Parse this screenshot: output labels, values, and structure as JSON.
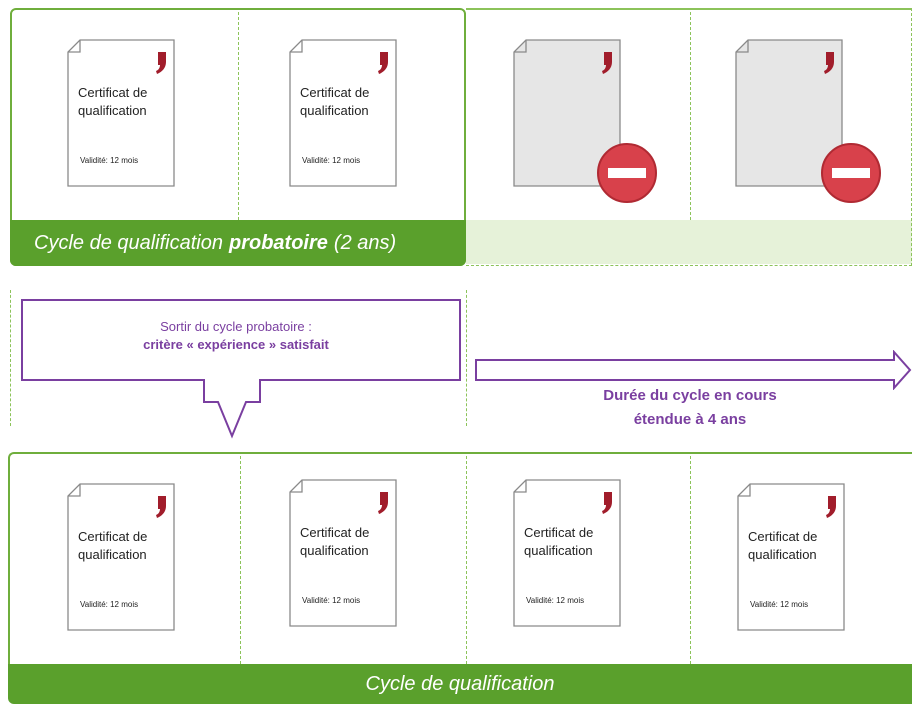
{
  "documents": {
    "title": "Certificat de qualification",
    "validity": "Validité: 12 mois"
  },
  "top_cycle": {
    "prefix": "Cycle de qualification",
    "emphasis": "probatoire",
    "suffix": "(2 ans)"
  },
  "callout": {
    "line1": "Sortir du cycle probatoire :",
    "line2": "critère « expérience » satisfait"
  },
  "duration": {
    "line1": "Durée du cycle en cours",
    "line2": "étendue à 4 ans"
  },
  "bottom_cycle": {
    "label": "Cycle de qualification"
  },
  "colors": {
    "green": "#5aa02c",
    "light_green": "#8cc35a",
    "purple": "#7a3fa0",
    "crimson": "#a11d2b",
    "no_entry_red": "#d8414b"
  },
  "icons": [
    "document-icon",
    "quote-mark-icon",
    "no-entry-icon",
    "down-arrow-icon",
    "right-arrow-icon"
  ]
}
